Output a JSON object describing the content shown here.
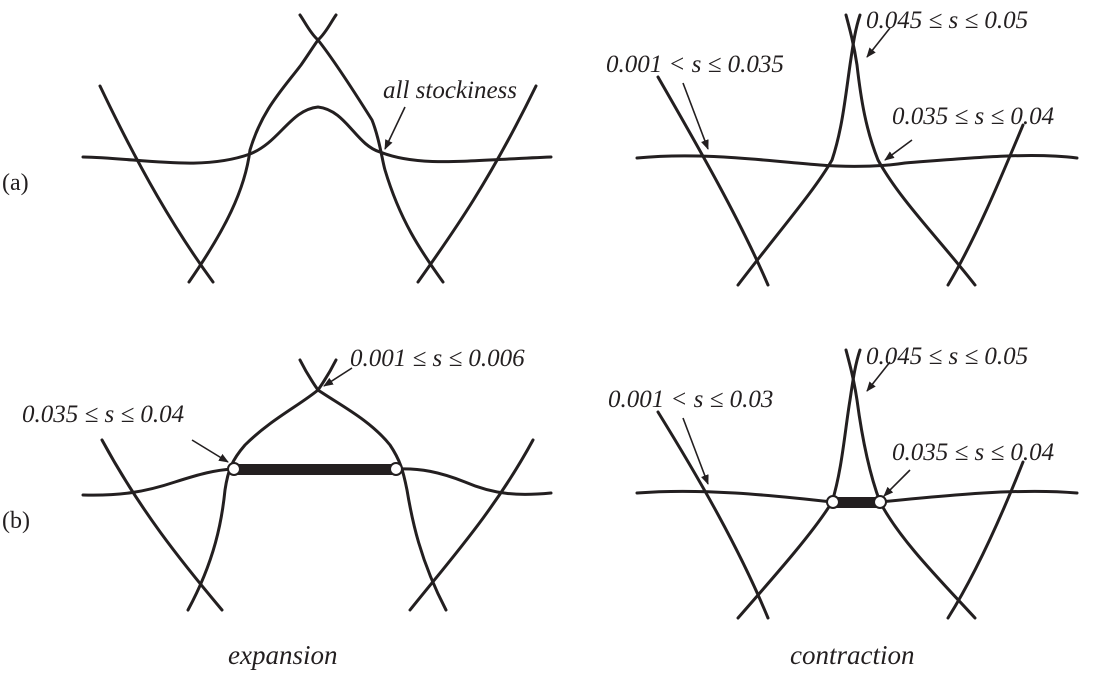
{
  "rows": {
    "a": "(a)",
    "b": "(b)"
  },
  "captions": {
    "left": "expansion",
    "right": "contraction"
  },
  "labels": {
    "a_left": "all stockiness",
    "a_right_1": "0.001 < s ≤ 0.035",
    "a_right_2": "0.045 ≤ s ≤ 0.05",
    "a_right_3": "0.035 ≤ s ≤ 0.04",
    "b_left_1": "0.035 ≤ s ≤ 0.04",
    "b_left_2": "0.001 ≤ s ≤ 0.006",
    "b_right_1": "0.001 < s ≤ 0.03",
    "b_right_2": "0.045 ≤ s ≤ 0.05",
    "b_right_3": "0.035 ≤ s ≤ 0.04"
  },
  "colors": {
    "ink": "#231f20",
    "background": "#ffffff"
  }
}
